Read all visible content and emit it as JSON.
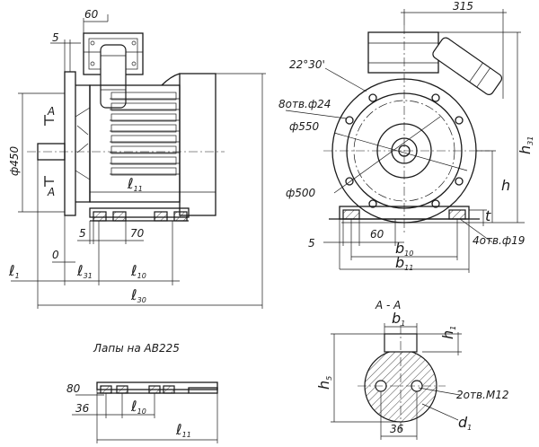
{
  "side_view": {
    "dim_60": "60",
    "dim_5": "5",
    "dim_dia450": "ф450",
    "section_mark": "A",
    "dim_l11": "ℓ",
    "dim_l11_sub": "11",
    "dim_5b": "5",
    "dim_70": "70",
    "dim_0": "0",
    "dim_l1": "ℓ",
    "dim_l1_sub": "1",
    "dim_l31": "ℓ",
    "dim_l31_sub": "31",
    "dim_l10": "ℓ",
    "dim_l10_sub": "10",
    "dim_l30": "ℓ",
    "dim_l30_sub": "30"
  },
  "front_view": {
    "dim_315": "315",
    "angle": "22°30'",
    "holes": "8отв.ф24",
    "dia550": "ф550",
    "dia500": "ф500",
    "dim_h31": "h",
    "dim_h31_sub": "31",
    "dim_h": "h",
    "dim_t": "t",
    "dim_5": "5",
    "dim_60": "60",
    "feet_holes": "4отв.ф19",
    "dim_b10": "b",
    "dim_b10_sub": "10",
    "dim_b11": "b",
    "dim_b11_sub": "11"
  },
  "section": {
    "title": "A - A",
    "dim_b1": "b",
    "dim_b1_sub": "1",
    "dim_h1": "h",
    "dim_h1_sub": "1",
    "dim_h5": "h",
    "dim_h5_sub": "5",
    "holes": "2отв.М12",
    "dim_d1": "d",
    "dim_d1_sub": "1",
    "dim_36": "36"
  },
  "paws": {
    "caption": "Лапы на АВ225",
    "dim_80": "80",
    "dim_36": "36",
    "dim_l10": "ℓ",
    "dim_l10_sub": "10",
    "dim_l11": "ℓ",
    "dim_l11_sub": "11"
  }
}
